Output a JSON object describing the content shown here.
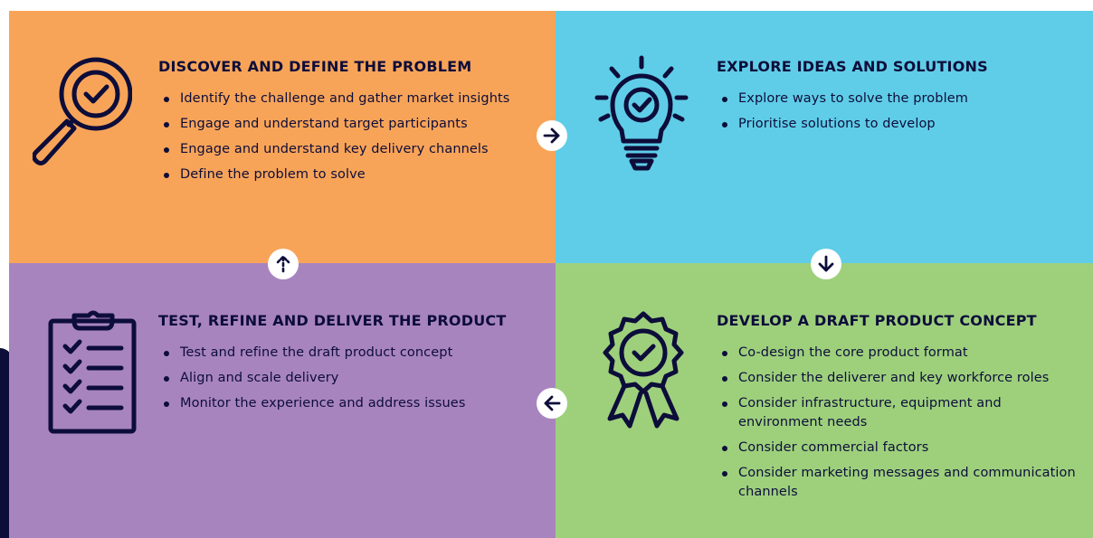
{
  "stages": [
    {
      "title": "DISCOVER AND DEFINE THE PROBLEM",
      "icon": "magnifier-check-icon",
      "color": "#f8a458",
      "items": [
        "Identify the challenge and gather market insights",
        "Engage and understand target participants",
        "Engage and understand key delivery channels",
        " Define the problem to solve"
      ]
    },
    {
      "title": "EXPLORE IDEAS AND SOLUTIONS",
      "icon": "lightbulb-check-icon",
      "color": "#5fcde8",
      "items": [
        "Explore ways to solve the problem",
        "Prioritise solutions to develop"
      ]
    },
    {
      "title": "DEVELOP A DRAFT PRODUCT CONCEPT",
      "icon": "award-badge-icon",
      "color": "#9ed07c",
      "items": [
        "Co-design the core product format",
        "Consider the deliverer and key workforce roles",
        "Consider infrastructure, equipment and environment needs",
        "Consider commercial factors",
        "Consider marketing messages and communication channels"
      ]
    },
    {
      "title": "TEST, REFINE AND DELIVER THE PRODUCT",
      "icon": "clipboard-checklist-icon",
      "color": "#a884bf",
      "items": [
        "Test and refine the draft product concept",
        "Align and scale delivery",
        "Monitor the experience and address issues"
      ]
    }
  ],
  "arrows": [
    {
      "icon": "arrow-right-icon"
    },
    {
      "icon": "arrow-down-icon"
    },
    {
      "icon": "arrow-left-icon"
    },
    {
      "icon": "arrow-up-dashed-icon"
    }
  ]
}
